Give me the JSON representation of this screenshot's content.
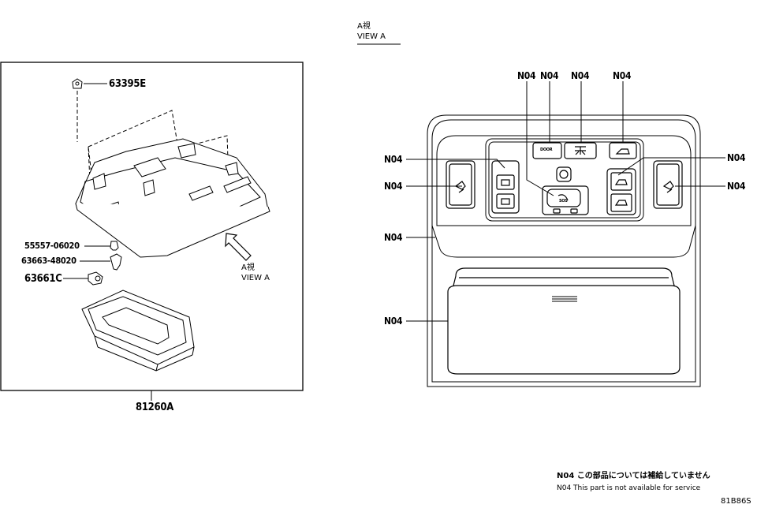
{
  "left_panel": {
    "callouts": {
      "clip": "63395E",
      "bulb_holder": "55557-06020",
      "lens": "63663-48020",
      "bulb": "63661C",
      "assembly": "81260A"
    },
    "view_marker": {
      "line1": "A視",
      "line2": "VIEW A"
    }
  },
  "view_a": {
    "title_jp": "A視",
    "title_en": "VIEW A",
    "ref": "N04",
    "buttons": {
      "door": "DOOR",
      "sos": "SOS"
    }
  },
  "notes": {
    "jp": "N04 この部品については補給していません",
    "en": "N04 This part is not available for service",
    "code": "81B86S"
  }
}
